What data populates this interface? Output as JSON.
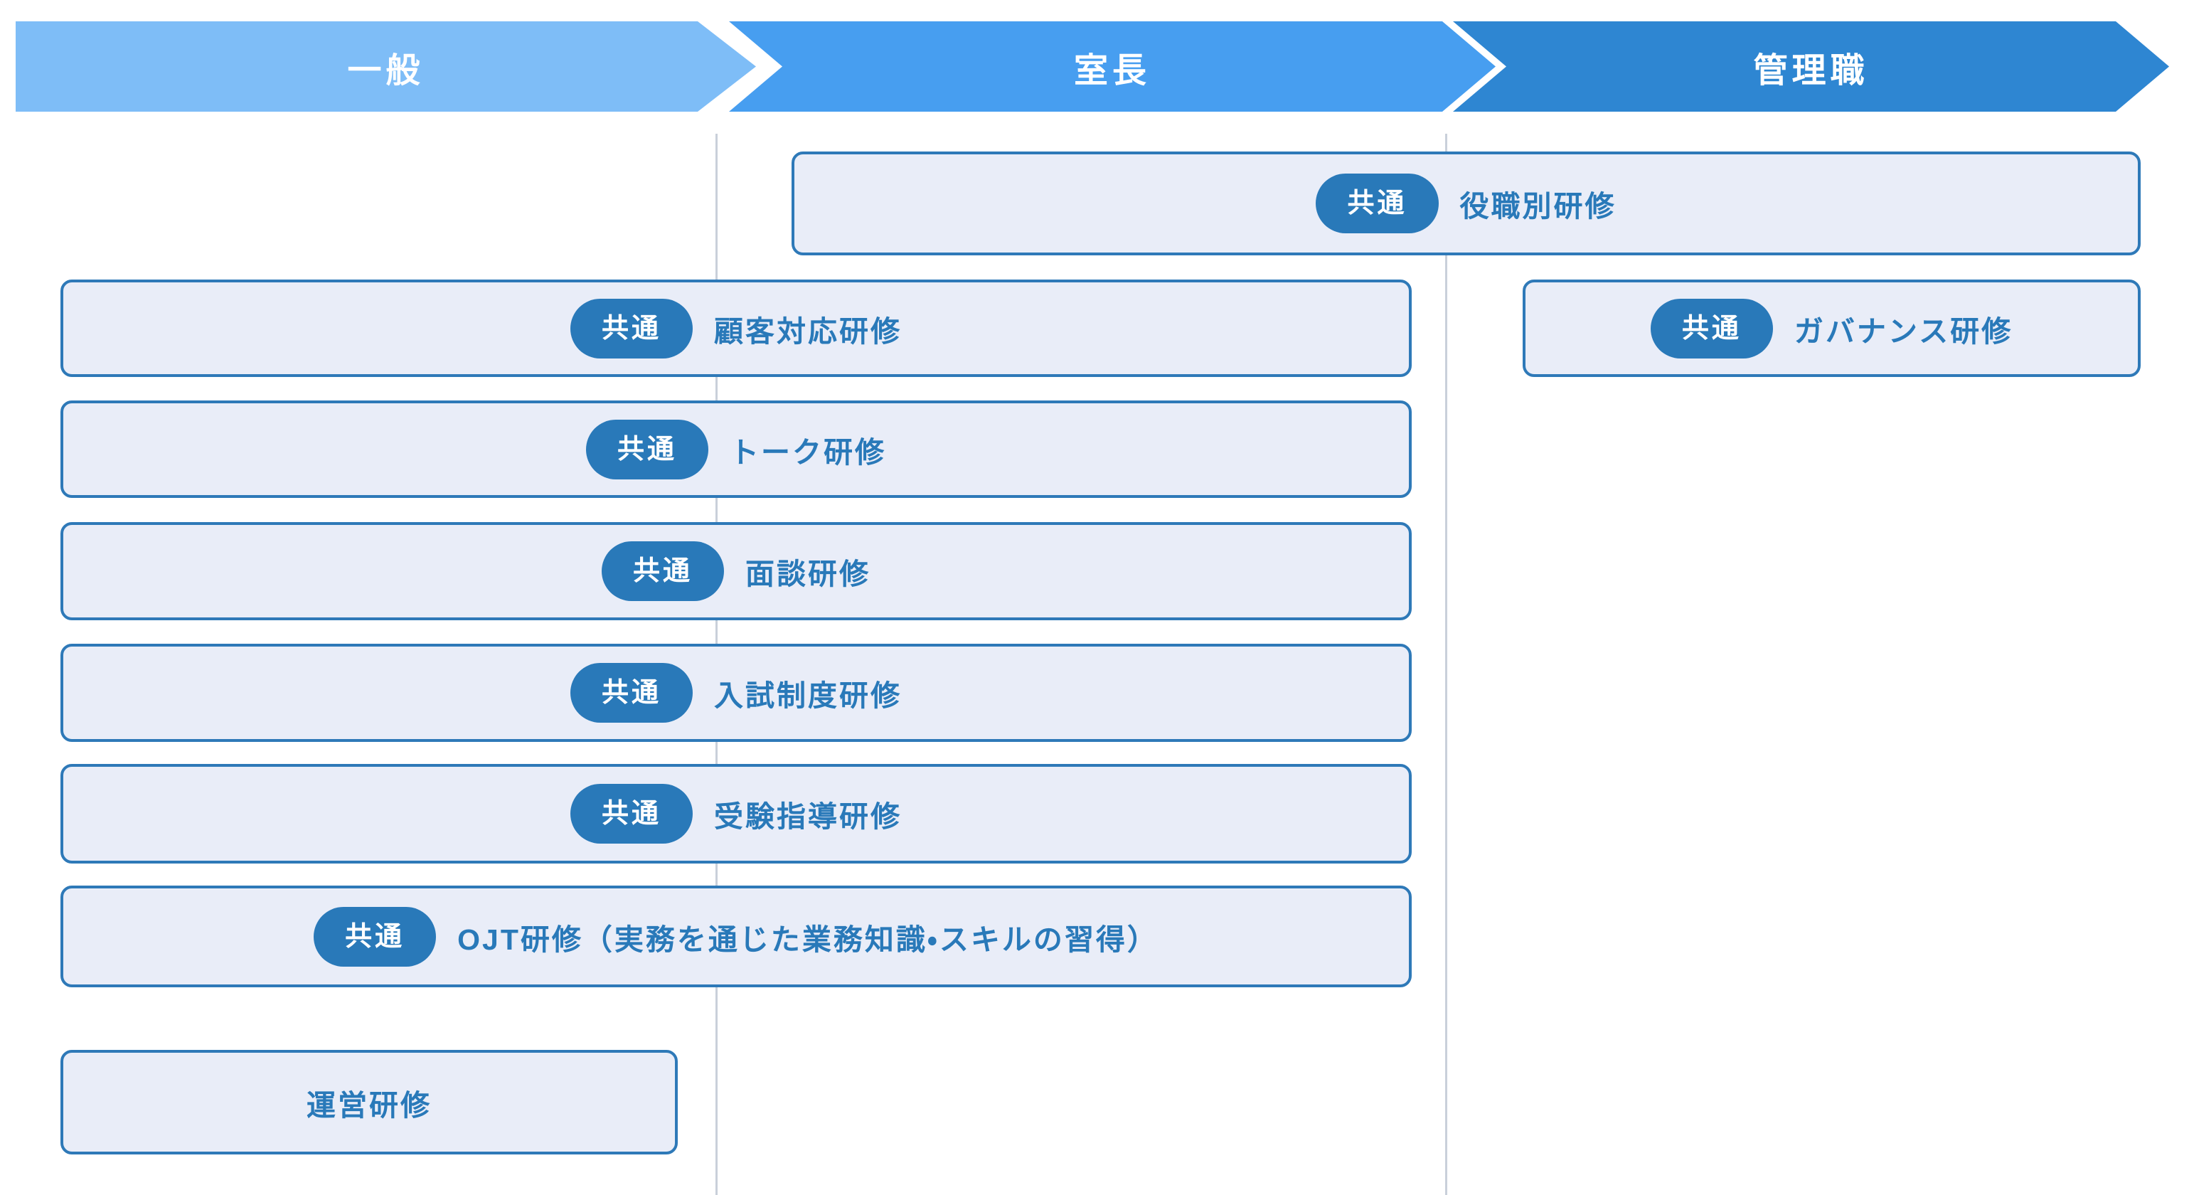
{
  "stages": [
    {
      "label": "一般",
      "color": "#7EBDF7"
    },
    {
      "label": "室長",
      "color": "#479EF0"
    },
    {
      "label": "管理職",
      "color": "#2E86D2"
    }
  ],
  "boxes": {
    "role_based": {
      "badge": "共通",
      "label": "役職別研修"
    },
    "customer_service": {
      "badge": "共通",
      "label": "顧客対応研修"
    },
    "governance": {
      "badge": "共通",
      "label": "ガバナンス研修"
    },
    "talk": {
      "badge": "共通",
      "label": "トーク研修"
    },
    "interview": {
      "badge": "共通",
      "label": "面談研修"
    },
    "admission_system": {
      "badge": "共通",
      "label": "入試制度研修"
    },
    "exam_guidance": {
      "badge": "共通",
      "label": "受験指導研修"
    },
    "ojt": {
      "badge": "共通",
      "label": "OJT研修（実務を通じた業務知識・スキルの習得）"
    },
    "operation": {
      "label": "運営研修"
    }
  },
  "colors": {
    "stage_general": "#7EBDF7",
    "stage_chief": "#479EF0",
    "stage_manager": "#2E86D2",
    "box_fill": "#E9EDF8",
    "box_border": "#2E79B8",
    "badge_fill": "#2979B9",
    "label_text": "#2979B9",
    "divider": "#C9D0DA"
  }
}
